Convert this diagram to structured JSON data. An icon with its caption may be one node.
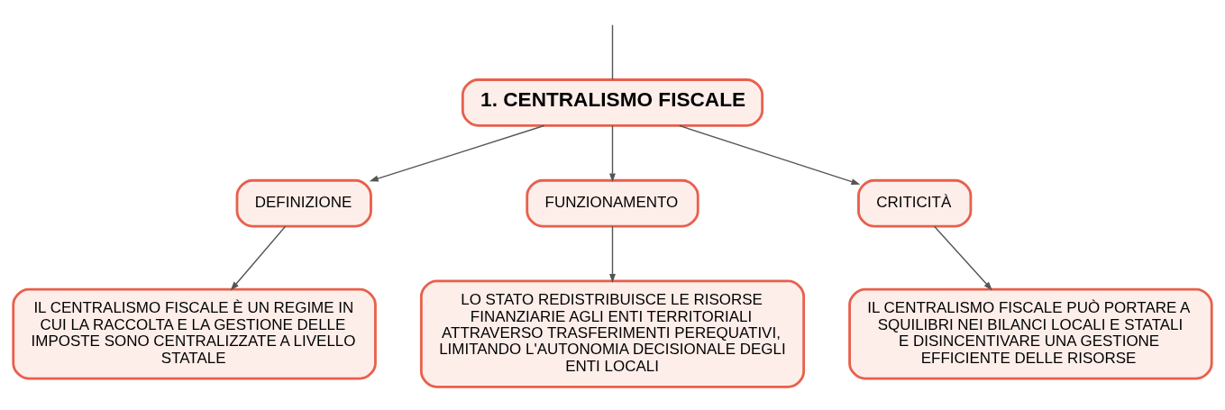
{
  "diagram": {
    "nodes": [
      {
        "text": [
          "1. CENTRALISMO FISCALE"
        ]
      },
      {
        "text": [
          "DEFINIZIONE"
        ]
      },
      {
        "text": [
          "FUNZIONAMENTO"
        ]
      },
      {
        "text": [
          "CRITICITÀ"
        ]
      },
      {
        "text": [
          "IL CENTRALISMO FISCALE È UN REGIME IN CUI LA RACCOLTA E LA GESTIONE DELLE IMPOSTE SONO CENTRALIZZATE A LIVELLO STATALE"
        ]
      },
      {
        "text": [
          "LO STATO REDISTRIBUISCE LE RISORSE FINANZIARIE AGLI ENTI TERRITORIALI ATTRAVERSO TRASFERIMENTI PEREQUATIVI, LIMITANDO L'AUTONOMIA DECISIONALE DEGLI ENTI LOCALI"
        ]
      },
      {
        "text": [
          "IL CENTRALISMO FISCALE PUÒ PORTARE A SQUILIBRI NEI BILANCI LOCALI E STATALI E DISINCENTIVARE UNA GESTIONE EFFICIENTE DELLE RISORSE"
        ]
      }
    ],
    "edges": [
      {
        "from": null,
        "to": 0,
        "arrow": "none"
      },
      {
        "from": 0,
        "to": 1,
        "arrow": "to"
      },
      {
        "from": 0,
        "to": 2,
        "arrow": "to"
      },
      {
        "from": 0,
        "to": 3,
        "arrow": "to"
      },
      {
        "from": 1,
        "to": 4,
        "arrow": "to"
      },
      {
        "from": 2,
        "to": 5,
        "arrow": "to"
      },
      {
        "from": 3,
        "to": 6,
        "arrow": "to"
      }
    ]
  }
}
